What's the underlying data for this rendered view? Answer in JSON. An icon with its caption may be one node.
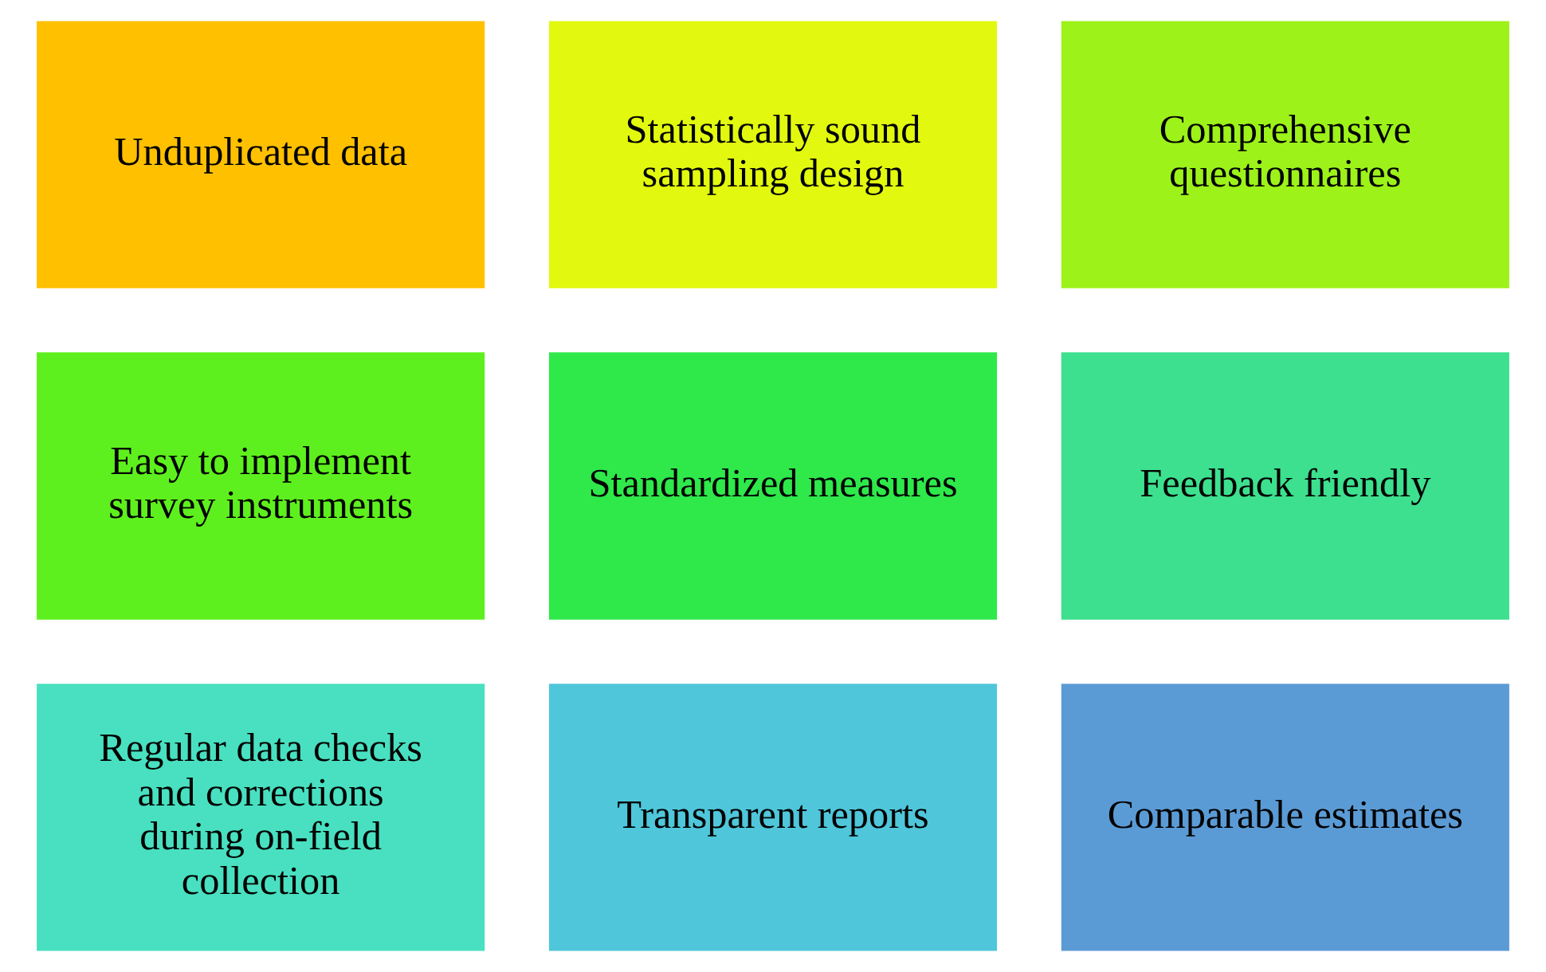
{
  "diagram": {
    "nodes": [
      {
        "text": [
          "Unduplicated data"
        ]
      },
      {
        "text": [
          "Statistically sound sampling design"
        ]
      },
      {
        "text": [
          "Comprehensive questionnaires"
        ]
      },
      {
        "text": [
          "Easy to implement survey instruments"
        ]
      },
      {
        "text": [
          "Standardized measures"
        ]
      },
      {
        "text": [
          "Feedback friendly"
        ]
      },
      {
        "text": [
          "Regular data checks and corrections during on-field collection"
        ]
      },
      {
        "text": [
          "Transparent reports"
        ]
      },
      {
        "text": [
          "Comparable estimates"
        ]
      }
    ]
  }
}
